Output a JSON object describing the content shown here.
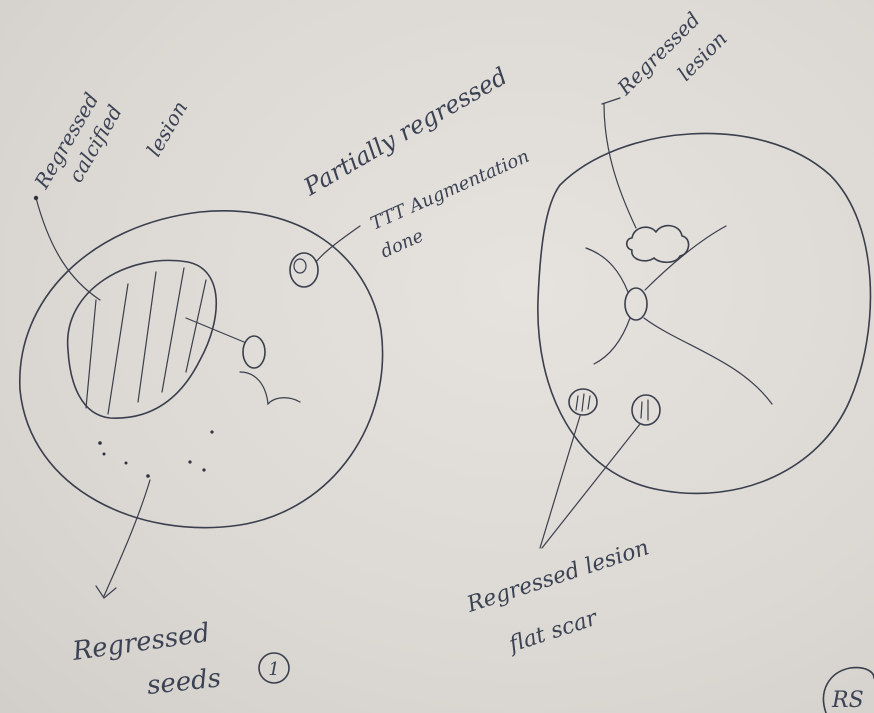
{
  "ink_color": "#3a3f4d",
  "paper_color": "#dedad6",
  "left_eye": {
    "label_calcified": [
      "Regressed",
      "calcified",
      "lesion"
    ],
    "label_partial": [
      "Partially regressed",
      "TTT Augmentation",
      "done"
    ],
    "label_seeds": [
      "Regressed",
      "seeds"
    ],
    "figure_number": "1"
  },
  "right_eye": {
    "label_top": [
      "Regressed",
      "lesion"
    ],
    "label_bottom": [
      "Regressed lesion",
      "flat scar"
    ]
  },
  "corner_mark": "RS"
}
